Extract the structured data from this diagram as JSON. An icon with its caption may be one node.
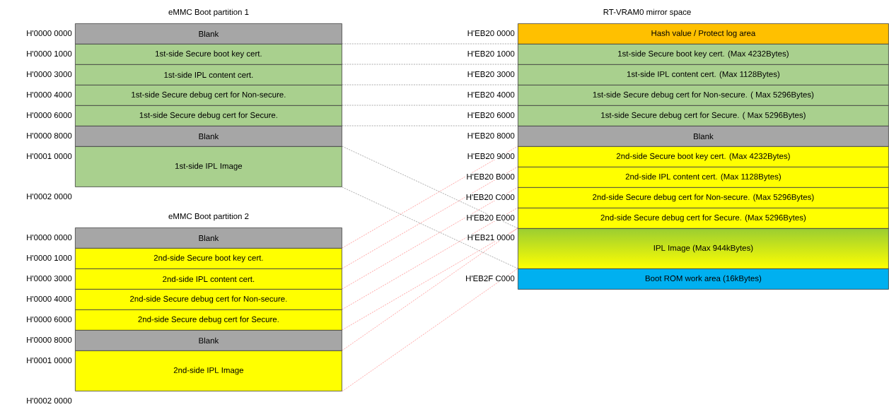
{
  "diagram": {
    "nodes": [
      {
        "text": [
          "Blank"
        ]
      },
      {
        "text": [
          "1st-side Secure boot key cert."
        ]
      },
      {
        "text": [
          "1st-side IPL content cert."
        ]
      },
      {
        "text": [
          "1st-side Secure debug cert for Non-secure."
        ]
      },
      {
        "text": [
          "1st-side Secure debug cert for Secure."
        ]
      },
      {
        "text": [
          "Blank"
        ]
      },
      {
        "text": [
          "1st-side IPL Image"
        ]
      },
      {
        "text": [
          "Blank"
        ]
      },
      {
        "text": [
          "2nd-side Secure boot key cert."
        ]
      },
      {
        "text": [
          "2nd-side IPL content cert."
        ]
      },
      {
        "text": [
          "2nd-side Secure debug cert for Non-secure."
        ]
      },
      {
        "text": [
          "2nd-side Secure debug cert for Secure."
        ]
      },
      {
        "text": [
          "Blank"
        ]
      },
      {
        "text": [
          "2nd-side IPL Image"
        ]
      },
      {
        "text": [
          "Hash value / Protect log area"
        ]
      },
      {
        "text": [
          "1st-side Secure boot key cert. (Max 4232Bytes)"
        ]
      },
      {
        "text": [
          "1st-side IPL content cert. (Max 1128Bytes)"
        ]
      },
      {
        "text": [
          "1st-side Secure debug cert for Non-secure. ( Max 5296Bytes)"
        ]
      },
      {
        "text": [
          "1st-side Secure debug cert for Secure. ( Max 5296Bytes)"
        ]
      },
      {
        "text": [
          "Blank"
        ]
      },
      {
        "text": [
          "2nd-side Secure boot key cert. (Max 4232Bytes)"
        ]
      },
      {
        "text": [
          "2nd-side IPL content cert. (Max 1128Bytes)"
        ]
      },
      {
        "text": [
          "2nd-side Secure debug cert for Non-secure. (Max 5296Bytes)"
        ]
      },
      {
        "text": [
          "2nd-side Secure debug cert for Secure. (Max 5296Bytes)"
        ]
      },
      {
        "text": [
          "IPL Image (Max 944kBytes)"
        ]
      },
      {
        "text": [
          "Boot ROM work area (16kBytes)"
        ]
      }
    ],
    "edges": [
      {
        "from": 1,
        "to": 15,
        "arrow": "none",
        "style": "dashed"
      },
      {
        "from": 2,
        "to": 16,
        "arrow": "none",
        "style": "dashed"
      },
      {
        "from": 3,
        "to": 17,
        "arrow": "none",
        "style": "dashed"
      },
      {
        "from": 4,
        "to": 18,
        "arrow": "none",
        "style": "dashed"
      },
      {
        "from": 5,
        "to": 19,
        "arrow": "none",
        "style": "dashed"
      },
      {
        "from": 6,
        "to": 24,
        "arrow": "none",
        "style": "dashed"
      },
      {
        "from": 6,
        "to": 25,
        "arrow": "none",
        "style": "dashed"
      },
      {
        "from": 8,
        "to": 20,
        "arrow": "none",
        "style": "dashed",
        "color": "#ff6666"
      },
      {
        "from": 9,
        "to": 21,
        "arrow": "none",
        "style": "dashed",
        "color": "#ff6666"
      },
      {
        "from": 10,
        "to": 22,
        "arrow": "none",
        "style": "dashed",
        "color": "#ff6666"
      },
      {
        "from": 11,
        "to": 23,
        "arrow": "none",
        "style": "dashed",
        "color": "#ff6666"
      },
      {
        "from": 12,
        "to": 24,
        "arrow": "none",
        "style": "dashed",
        "color": "#ff6666"
      },
      {
        "from": 13,
        "to": 24,
        "arrow": "none",
        "style": "dashed",
        "color": "#ff6666"
      },
      {
        "from": 13,
        "to": 25,
        "arrow": "none",
        "style": "dashed",
        "color": "#ff6666"
      }
    ],
    "labels": [
      "eMMC Boot partition 1",
      "RT-VRAM0 mirror space",
      "H'0000 0000",
      "H'0000 1000",
      "H'0000 3000",
      "H'0000 4000",
      "H'0000 6000",
      "H'0000 8000",
      "H'0001 0000",
      "H'0002 0000",
      "eMMC Boot partition 2",
      "H'0000 0000",
      "H'0000 1000",
      "H'0000 3000",
      "H'0000 4000",
      "H'0000 6000",
      "H'0000 8000",
      "H'0001 0000",
      "H'0002 0000",
      "H'EB20 0000",
      "H'EB20 1000",
      "H'EB20 3000",
      "H'EB20 4000",
      "H'EB20 6000",
      "H'EB20 8000",
      "H'EB20 9000",
      "H'EB20 B000",
      "H'EB20 C000",
      "H'EB20 E000",
      "H'EB21 0000",
      "H'EB2F C000"
    ]
  }
}
